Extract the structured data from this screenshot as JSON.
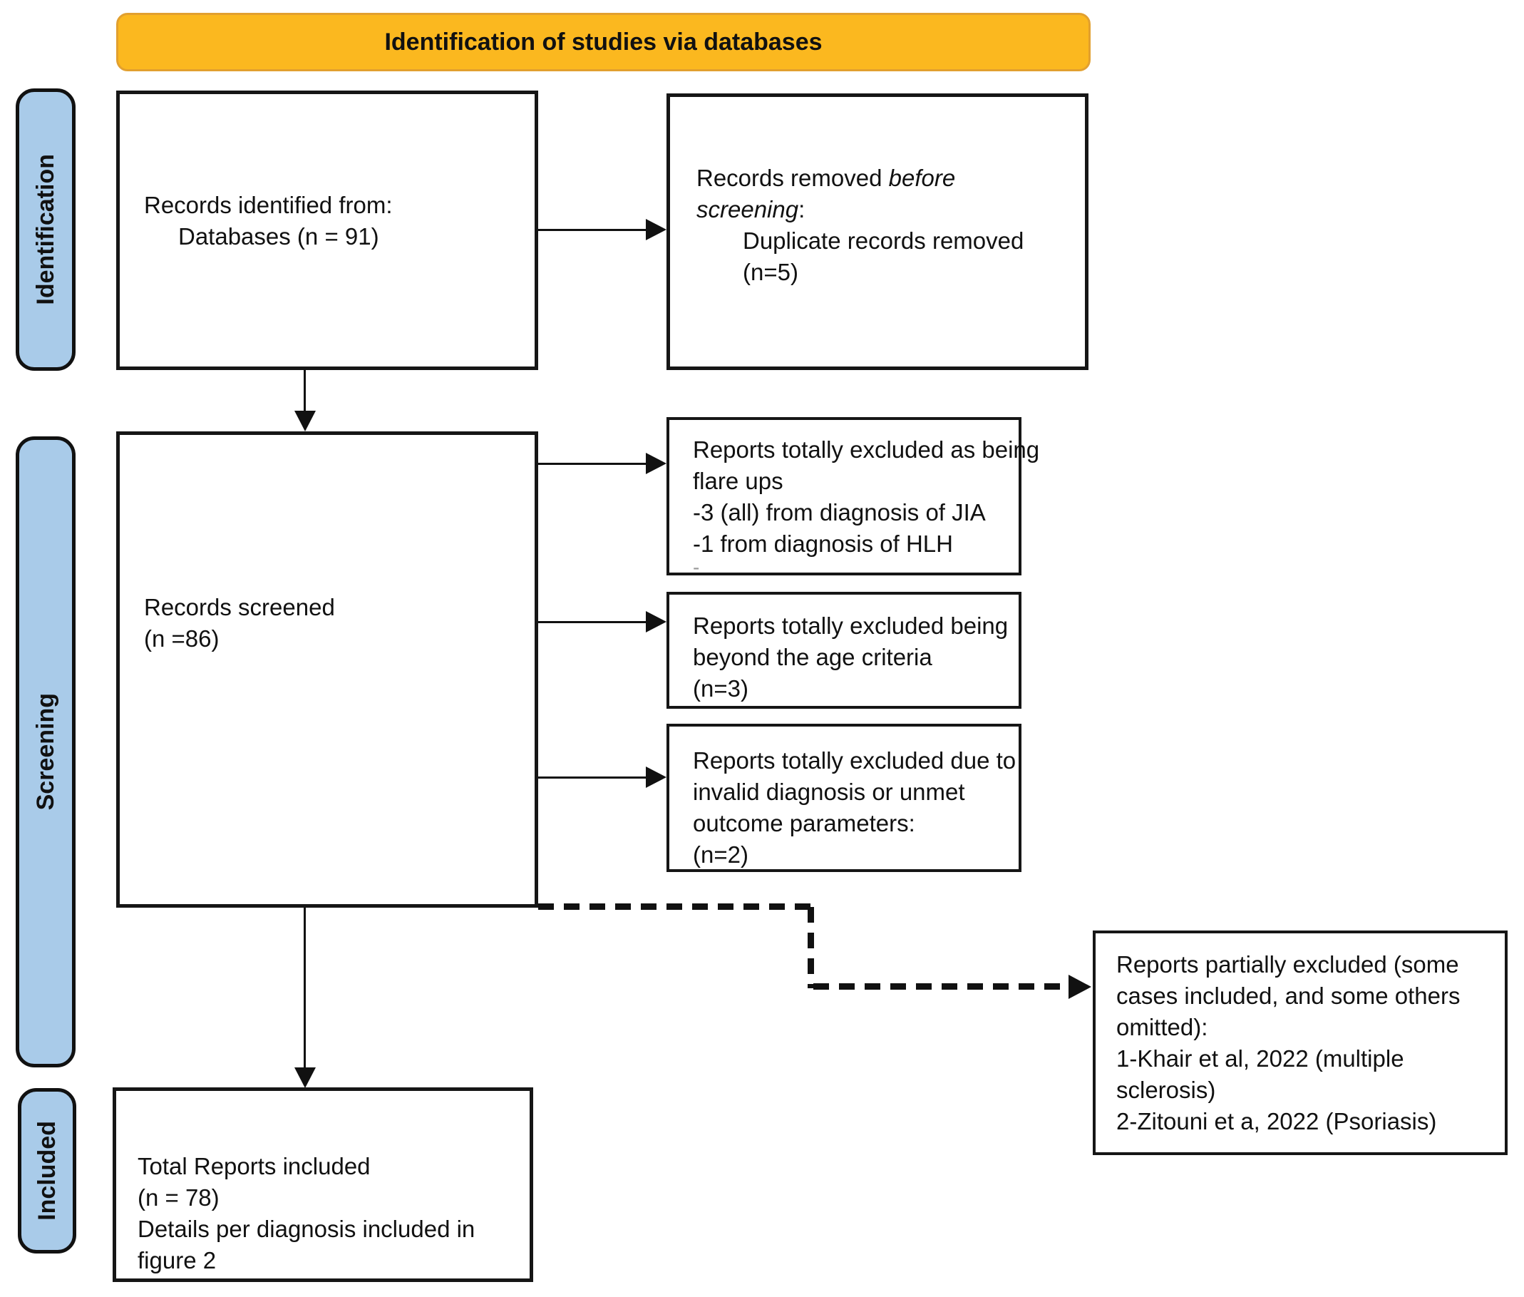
{
  "banner": {
    "label": "Identification of studies via databases"
  },
  "sidebar": {
    "identification": "Identification",
    "screening": "Screening",
    "included": "Included"
  },
  "boxes": {
    "records_identified": {
      "lines": [
        "Records identified from:",
        "Databases (n = 91)"
      ]
    },
    "records_removed": {
      "line1_text": "Records removed ",
      "line1_italic": "before",
      "line2_italic": "screening",
      "line2_text": ":",
      "lines": [
        "Duplicate records removed",
        "(n=5)"
      ]
    },
    "records_screened": {
      "lines": [
        "Records screened",
        "(n =86)"
      ]
    },
    "excluded_flare_ups": {
      "lines": [
        "Reports totally excluded as being",
        "flare ups",
        "-3 (all) from diagnosis of JIA",
        "-1 from diagnosis of HLH"
      ],
      "trailing_dash": "-"
    },
    "excluded_age": {
      "lines": [
        "Reports totally excluded being",
        "beyond the age criteria",
        "(n=3)"
      ]
    },
    "excluded_invalid": {
      "lines": [
        "Reports totally excluded due to",
        "invalid diagnosis or unmet",
        "outcome parameters:",
        "(n=2)"
      ]
    },
    "partially_excluded": {
      "lines": [
        "Reports partially excluded (some",
        "cases included, and some others",
        "omitted):",
        "1-Khair et al, 2022 (multiple",
        "sclerosis)",
        "2-Zitouni et a, 2022 (Psoriasis)"
      ]
    },
    "total_included": {
      "lines": [
        "Total Reports included",
        "(n = 78)",
        "Details per diagnosis included in",
        "figure 2"
      ]
    }
  },
  "colors": {
    "banner_fill": "#FBB81F",
    "banner_border": "#E2A02F",
    "sidebar_fill": "#A9CBE9",
    "line_color": "#111111"
  }
}
